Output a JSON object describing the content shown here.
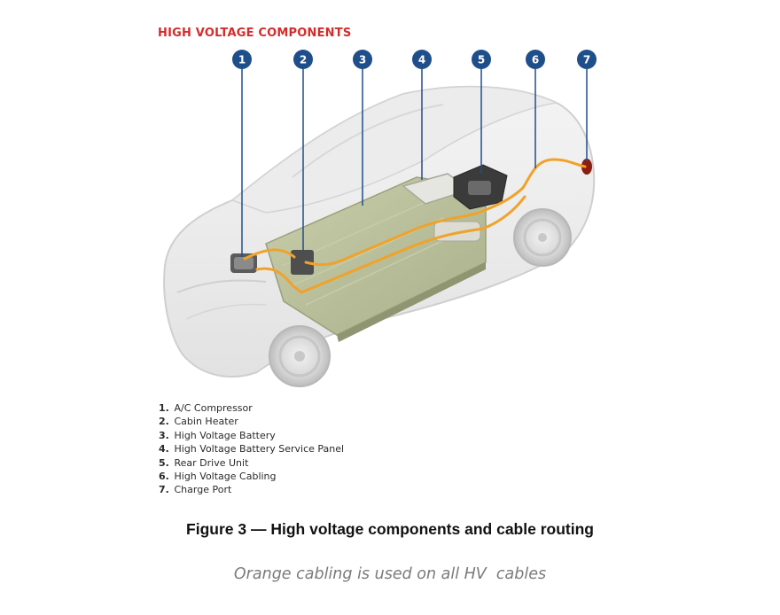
{
  "heading": "HIGH VOLTAGE COMPONENTS",
  "callouts": [
    "1",
    "2",
    "3",
    "4",
    "5",
    "6",
    "7"
  ],
  "legend": [
    {
      "num": "1.",
      "label": "A/C Compressor"
    },
    {
      "num": "2.",
      "label": "Cabin Heater"
    },
    {
      "num": "3.",
      "label": "High Voltage Battery"
    },
    {
      "num": "4.",
      "label": "High Voltage Battery Service Panel"
    },
    {
      "num": "5.",
      "label": "Rear Drive Unit"
    },
    {
      "num": "6.",
      "label": "High Voltage Cabling"
    },
    {
      "num": "7.",
      "label": "Charge Port"
    }
  ],
  "caption": "Figure 3 — High voltage components and cable routing",
  "note": "Orange cabling is used on all HV  cables",
  "colors": {
    "heading": "#d42c2c",
    "badge": "#1f4f8a",
    "cabling": "#f0a22a",
    "battery": "#b9bf98"
  }
}
